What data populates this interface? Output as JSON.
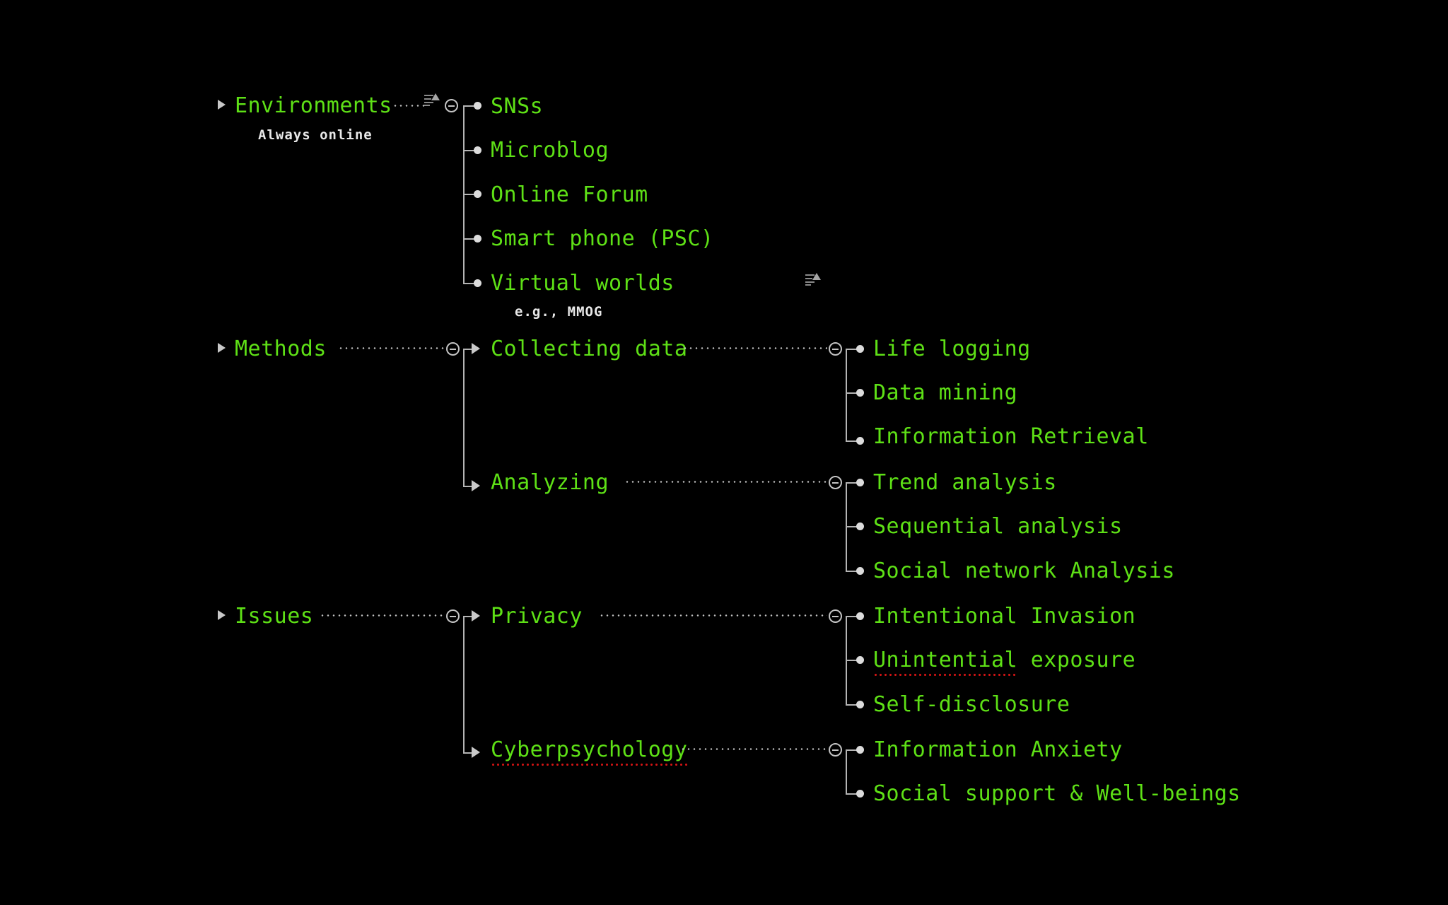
{
  "meta": {
    "background_color": "#000000",
    "node_color": "#5ee016",
    "annotation_color": "#e8e8e8",
    "line_color": "#b4b4b4",
    "spellcheck_color": "#d21414"
  },
  "tree": {
    "branches": [
      {
        "root": "Environments",
        "root_note": "Always online",
        "children": [
          {
            "label": "SNSs",
            "grandchildren": []
          },
          {
            "label": "Microblog",
            "grandchildren": []
          },
          {
            "label": "Online Forum",
            "grandchildren": []
          },
          {
            "label": "Smart phone (PSC)",
            "grandchildren": []
          },
          {
            "label": "Virtual worlds",
            "note": "e.g., MMOG",
            "grandchildren": []
          }
        ]
      },
      {
        "root": "Methods",
        "children": [
          {
            "label": "Collecting data",
            "grandchildren": [
              "Life logging",
              "Data mining",
              "Information Retrieval"
            ]
          },
          {
            "label": "Analyzing",
            "grandchildren": [
              "Trend analysis",
              "Sequential analysis",
              "Social network Analysis"
            ]
          }
        ]
      },
      {
        "root": "Issues",
        "children": [
          {
            "label": "Privacy",
            "grandchildren": [
              "Intentional Invasion",
              "Unintential exposure",
              "Self-disclosure"
            ]
          },
          {
            "label": "Cyberpsychology",
            "misspelled": true,
            "grandchildren": [
              "Information Anxiety",
              "Social support & Well-beings"
            ]
          }
        ]
      }
    ]
  },
  "labels": {
    "environments": "Environments",
    "always_online": "Always online",
    "snss": "SNSs",
    "microblog": "Microblog",
    "online_forum": "Online Forum",
    "smart_phone": "Smart phone (PSC)",
    "virtual_worlds": "Virtual worlds",
    "eg_mmog": "e.g., MMOG",
    "methods": "Methods",
    "collecting_data": "Collecting data",
    "life_logging": "Life logging",
    "data_mining": "Data mining",
    "information_retrieval": "Information Retrieval",
    "analyzing": "Analyzing",
    "trend_analysis": "Trend analysis",
    "sequential_analysis": "Sequential analysis",
    "social_network_analysis": "Social network Analysis",
    "issues": "Issues",
    "privacy": "Privacy",
    "intentional_invasion": "Intentional Invasion",
    "unintential_word": "Unintential",
    "exposure_word": " exposure",
    "self_disclosure": "Self-disclosure",
    "cyberpsychology": "Cyberpsychology",
    "information_anxiety": "Information Anxiety",
    "social_support": "Social support & Well-beings"
  },
  "icons": {
    "expander": "triangle-right-icon",
    "collapse": "minus-circle-icon",
    "bullet": "dot-bullet-icon",
    "note": "note-lines-icon"
  }
}
